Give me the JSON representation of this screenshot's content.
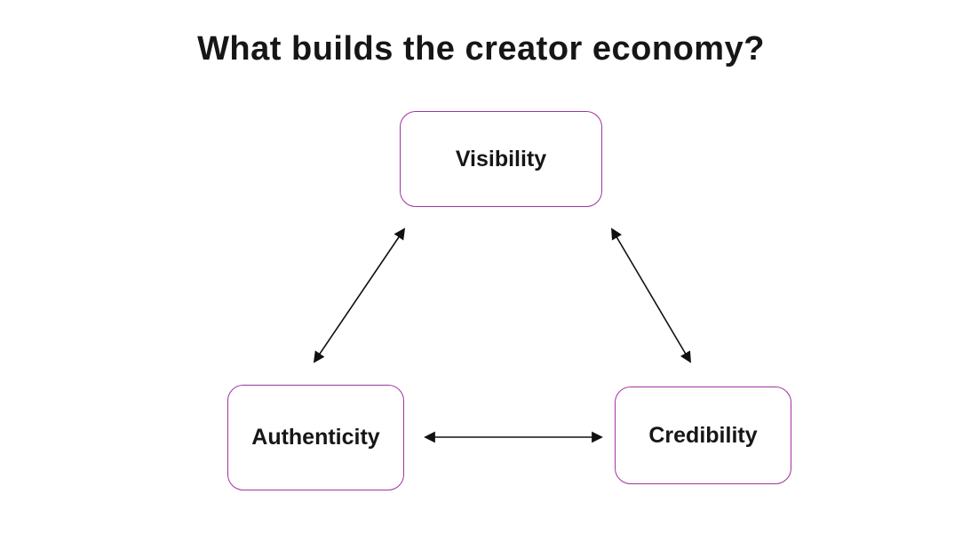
{
  "title": "What builds the creator economy?",
  "colors": {
    "node_border": "#a233a2",
    "arrow": "#111111",
    "text": "#161616",
    "background": "#ffffff"
  },
  "nodes": [
    {
      "id": "visibility",
      "label": "Visibility"
    },
    {
      "id": "authenticity",
      "label": "Authenticity"
    },
    {
      "id": "credibility",
      "label": "Credibility"
    }
  ],
  "edges": [
    {
      "from": "visibility",
      "to": "authenticity",
      "bidirectional": true
    },
    {
      "from": "visibility",
      "to": "credibility",
      "bidirectional": true
    },
    {
      "from": "authenticity",
      "to": "credibility",
      "bidirectional": true
    }
  ]
}
